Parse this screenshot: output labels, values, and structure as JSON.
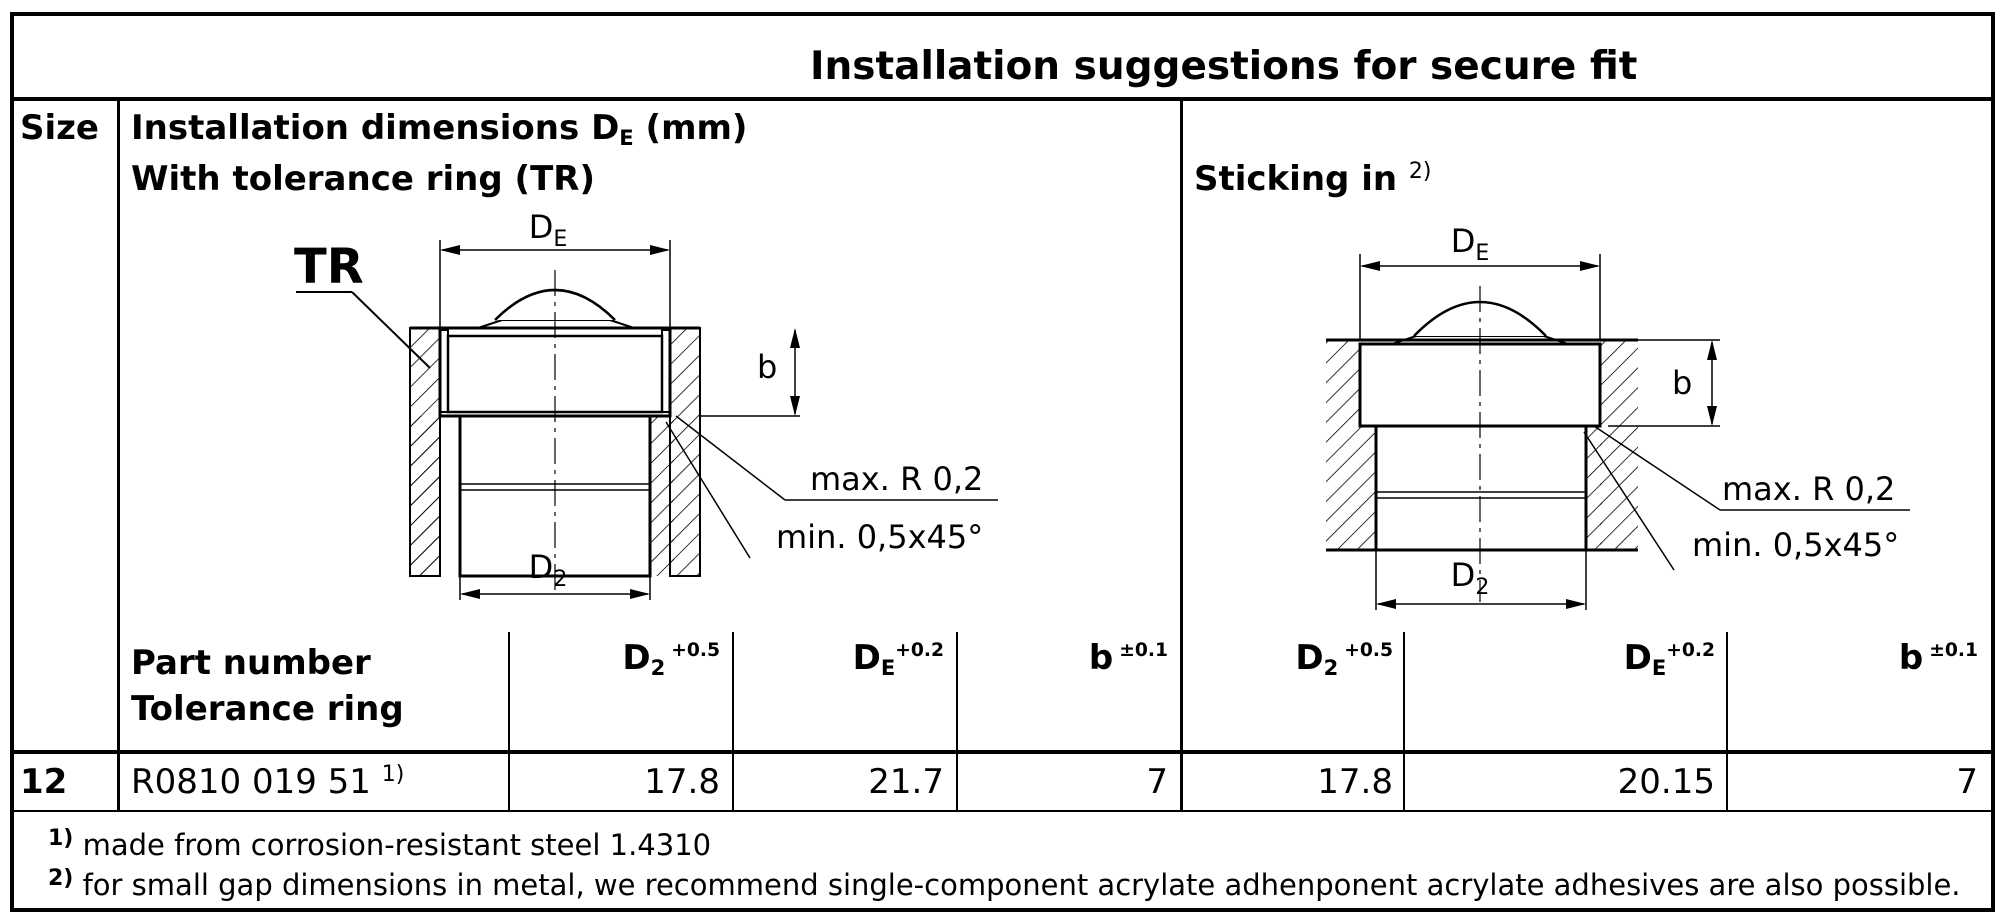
{
  "title": "Installation suggestions for secure fit",
  "header": {
    "size": "Size",
    "install_dim_prefix": "Installation dimensions D",
    "install_dim_sub": "E",
    "install_dim_suffix": " (mm)",
    "with_tr": "With tolerance ring (TR)",
    "sticking_in": "Sticking in",
    "sticking_in_note": "2)"
  },
  "drawing_left": {
    "tr_label": "TR",
    "de_label": "D",
    "de_sub": "E",
    "d2_label": "D",
    "d2_sub": "2",
    "b_label": "b",
    "radius_note": "max. R 0,2",
    "chamfer_note": "min. 0,5x45°"
  },
  "drawing_right": {
    "de_label": "D",
    "de_sub": "E",
    "d2_label": "D",
    "d2_sub": "2",
    "b_label": "b",
    "radius_note": "max. R 0,2",
    "chamfer_note": "min. 0,5x45°"
  },
  "columns": {
    "part_number_line1": "Part number",
    "part_number_line2": "Tolerance ring",
    "d2": "D",
    "d2_sub": "2",
    "d2_tol": "+0.5",
    "de": "D",
    "de_sub": "E",
    "de_tol": "+0.2",
    "b": "b",
    "b_tol": "±0.1"
  },
  "row": {
    "size": "12",
    "part_number": "R0810 019 51",
    "part_note": "1)",
    "tr_d2": "17.8",
    "tr_de": "21.7",
    "tr_b": "7",
    "st_d2": "17.8",
    "st_de": "20.15",
    "st_b": "7"
  },
  "footnotes": [
    {
      "mark": "1)",
      "text": "made from corrosion-resistant steel 1.4310"
    },
    {
      "mark": "2)",
      "text": "for small gap dimensions in metal, we recommend single-component acrylate adhenponent acrylate adhesives are also possible."
    }
  ]
}
